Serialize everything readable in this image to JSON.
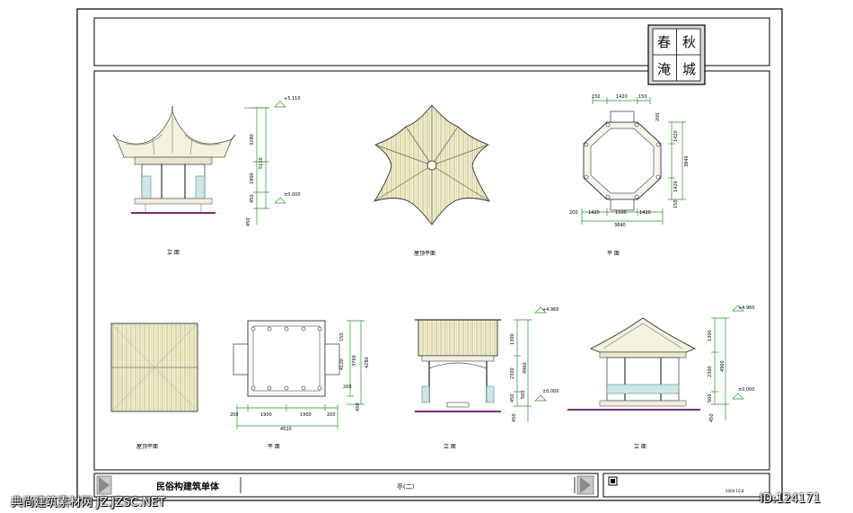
{
  "drawing": {
    "seal_chars": [
      "春",
      "秋",
      "淹",
      "城"
    ],
    "views": {
      "elev_octagon": "立 面",
      "roof_plan_octagon": "屋顶平面",
      "plan_octagon": "平 面",
      "roof_plan_rect": "屋顶平面",
      "plan_rect": "平 面",
      "elev_rect_side": "立 面",
      "elev_rect_front": "立 面"
    },
    "elevation_marks": {
      "top_oct": "+5.110",
      "ground_oct": "±0.000",
      "top_side": "+4.960",
      "ground_side": "±0.000",
      "top_front": "+4.960",
      "ground_front": "±0.000"
    },
    "dims": {
      "oct_elev": [
        "3280",
        "5110",
        "1900",
        "450",
        "450"
      ],
      "oct_plan_top": [
        "150",
        "1420",
        "150"
      ],
      "oct_plan_right": [
        "1420",
        "3840",
        "1420",
        "150"
      ],
      "oct_plan_left": [
        "200"
      ],
      "oct_plan_bottom": [
        "200",
        "1420",
        "1500",
        "1420"
      ],
      "oct_plan_total": "3840",
      "rect_plan_bottom": [
        "200",
        "1900",
        "1900",
        "200"
      ],
      "rect_plan_total": "4520",
      "rect_plan_right": [
        "150",
        "4120",
        "3760",
        "4280",
        "200",
        "450"
      ],
      "side_elev": [
        "1300",
        "2300",
        "4960",
        "450",
        "500",
        "450"
      ],
      "front_elev": [
        "1300",
        "2300",
        "4960",
        "500",
        "450"
      ]
    },
    "title_block": {
      "project_title": "民俗构建筑单体",
      "sheet_title": "亭(二)",
      "small_note": "2004.10.8"
    }
  },
  "watermark": {
    "left": "典尚建筑素材网 JZ.JZSC.NET",
    "right": "ID:124171"
  }
}
